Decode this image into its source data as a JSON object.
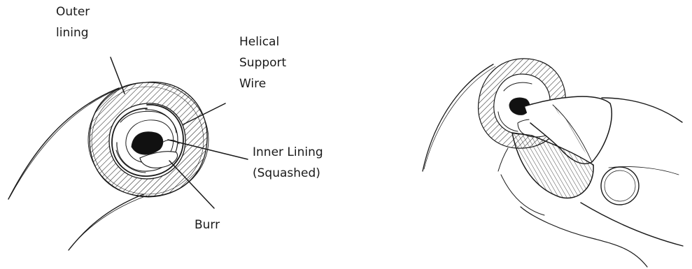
{
  "labels": {
    "outer_lining": [
      "Outer",
      "lining"
    ],
    "helical_support_wire": [
      "Helical",
      "Support",
      "Wire"
    ],
    "inner_lining": [
      "Inner Lining",
      "(Squashed)"
    ],
    "burr": "Burr"
  },
  "colors": {
    "ink": "#1a1a1a",
    "background": "#ffffff"
  },
  "icons": [
    "cable-cross-section-sketch",
    "pliers-cutting-cable-sketch"
  ]
}
